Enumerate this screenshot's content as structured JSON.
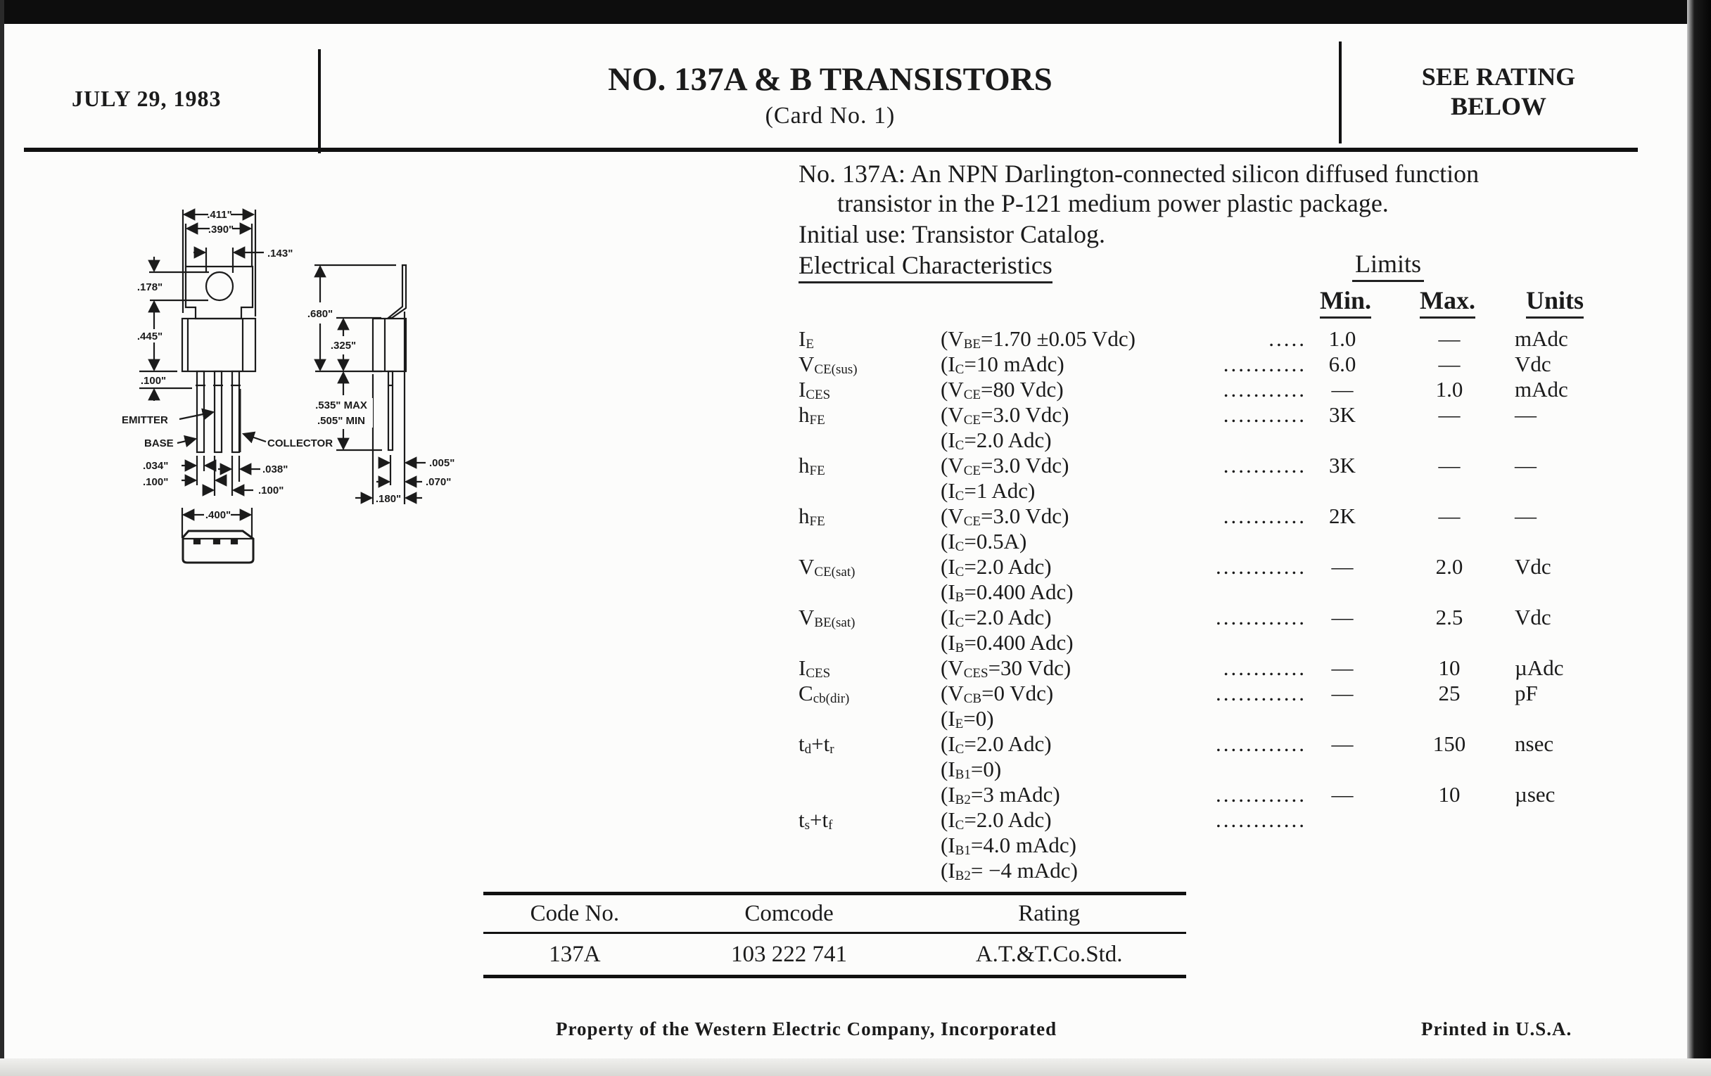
{
  "header": {
    "date": "JULY 29, 1983",
    "title": "NO. 137A & B TRANSISTORS",
    "subtitle": "(Card No. 1)",
    "rating_line1": "SEE RATING",
    "rating_line2": "BELOW"
  },
  "description": {
    "line1": "No. 137A: An NPN Darlington-connected silicon diffused function",
    "line2": "transistor in the P-121 medium power plastic package.",
    "initial_use": "Initial use: Transistor Catalog.",
    "section": "Electrical Characteristics",
    "limits": "Limits",
    "min": "Min.",
    "max": "Max.",
    "units": "Units"
  },
  "rows": [
    {
      "param": [
        {
          "t": "I"
        },
        {
          "s": "E"
        }
      ],
      "cond": [
        {
          "t": "(V"
        },
        {
          "s": "BE"
        },
        {
          "t": "=1.70 ±0.05 Vdc)"
        }
      ],
      "leader": ".....",
      "min": "1.0",
      "max": "—",
      "units": "mAdc"
    },
    {
      "param": [
        {
          "t": "V"
        },
        {
          "s": "CE"
        },
        {
          "s": "(sus)"
        }
      ],
      "cond": [
        {
          "t": "(I"
        },
        {
          "s": "C"
        },
        {
          "t": "=10 mAdc)"
        }
      ],
      "leader": "...........",
      "min": "6.0",
      "max": "—",
      "units": "Vdc"
    },
    {
      "param": [
        {
          "t": "I"
        },
        {
          "s": "CES"
        }
      ],
      "cond": [
        {
          "t": "(V"
        },
        {
          "s": "CE"
        },
        {
          "t": "=80 Vdc)"
        }
      ],
      "leader": "...........",
      "min": "—",
      "max": "1.0",
      "units": "mAdc"
    },
    {
      "param": [
        {
          "t": "h"
        },
        {
          "s": "FE"
        }
      ],
      "cond": [
        {
          "t": "(V"
        },
        {
          "s": "CE"
        },
        {
          "t": "=3.0 Vdc)"
        }
      ],
      "leader": "...........",
      "min": "3K",
      "max": "—",
      "units": "—"
    },
    {
      "cond": [
        {
          "t": "(I"
        },
        {
          "s": "C"
        },
        {
          "t": "=2.0 Adc)"
        }
      ]
    },
    {
      "param": [
        {
          "t": "h"
        },
        {
          "s": "FE"
        }
      ],
      "cond": [
        {
          "t": "(V"
        },
        {
          "s": "CE"
        },
        {
          "t": "=3.0 Vdc)"
        }
      ],
      "leader": "...........",
      "min": "3K",
      "max": "—",
      "units": "—"
    },
    {
      "cond": [
        {
          "t": "(I"
        },
        {
          "s": "C"
        },
        {
          "t": "=1  Adc)"
        }
      ]
    },
    {
      "param": [
        {
          "t": "h"
        },
        {
          "s": "FE"
        }
      ],
      "cond": [
        {
          "t": "(V"
        },
        {
          "s": "CE"
        },
        {
          "t": "=3.0 Vdc)"
        }
      ],
      "leader": "...........",
      "min": "2K",
      "max": "—",
      "units": "—"
    },
    {
      "cond": [
        {
          "t": "(I"
        },
        {
          "s": "C"
        },
        {
          "t": "=0.5A)"
        }
      ]
    },
    {
      "param": [
        {
          "t": "V"
        },
        {
          "s": "CE"
        },
        {
          "s": "(sat)"
        }
      ],
      "cond": [
        {
          "t": "(I"
        },
        {
          "s": "C"
        },
        {
          "t": "=2.0  Adc)"
        }
      ],
      "leader": "............",
      "min": "—",
      "max": "2.0",
      "units": "Vdc"
    },
    {
      "cond": [
        {
          "t": "(I"
        },
        {
          "s": "B"
        },
        {
          "t": "=0.400  Adc)"
        }
      ]
    },
    {
      "param": [
        {
          "t": "V"
        },
        {
          "s": "BE"
        },
        {
          "s": "(sat)"
        }
      ],
      "cond": [
        {
          "t": "(I"
        },
        {
          "s": "C"
        },
        {
          "t": "=2.0  Adc)"
        }
      ],
      "leader": "............",
      "min": "—",
      "max": "2.5",
      "units": "Vdc"
    },
    {
      "cond": [
        {
          "t": "(I"
        },
        {
          "s": "B"
        },
        {
          "t": "=0.400  Adc)"
        }
      ]
    },
    {
      "param": [
        {
          "t": "I"
        },
        {
          "s": "CES"
        }
      ],
      "cond": [
        {
          "t": "(V"
        },
        {
          "s": "CES"
        },
        {
          "t": "=30  Vdc)"
        }
      ],
      "leader": "...........",
      "min": "—",
      "max": "10",
      "units": "µAdc"
    },
    {
      "param": [
        {
          "t": "C"
        },
        {
          "s": "cb"
        },
        {
          "s": "(dir)"
        }
      ],
      "cond": [
        {
          "t": "(V"
        },
        {
          "s": "CB"
        },
        {
          "t": "=0  Vdc)"
        }
      ],
      "leader": "............",
      "min": "—",
      "max": "25",
      "units": "pF"
    },
    {
      "cond": [
        {
          "t": "(I"
        },
        {
          "s": "E"
        },
        {
          "t": "=0)"
        }
      ]
    },
    {
      "param": [
        {
          "t": "t"
        },
        {
          "s": "d"
        },
        {
          "t": "+t"
        },
        {
          "s": "r"
        }
      ],
      "cond": [
        {
          "t": "(I"
        },
        {
          "s": "C"
        },
        {
          "t": "=2.0  Adc)"
        }
      ],
      "leader": "............",
      "min": "—",
      "max": "150",
      "units": "nsec"
    },
    {
      "cond": [
        {
          "t": "(I"
        },
        {
          "s": "B1"
        },
        {
          "t": "=0)"
        }
      ]
    },
    {
      "cond": [
        {
          "t": "(I"
        },
        {
          "s": "B2"
        },
        {
          "t": "=3  mAdc)"
        }
      ],
      "leader": "............",
      "min": "—",
      "max": "10",
      "units": "µsec"
    },
    {
      "param": [
        {
          "t": "t"
        },
        {
          "s": "s"
        },
        {
          "t": "+t"
        },
        {
          "s": "f"
        }
      ],
      "cond": [
        {
          "t": "(I"
        },
        {
          "s": "C"
        },
        {
          "t": "=2.0  Adc)"
        }
      ],
      "leader": "............"
    },
    {
      "cond": [
        {
          "t": "(I"
        },
        {
          "s": "B1"
        },
        {
          "t": "=4.0 mAdc)"
        }
      ]
    },
    {
      "cond": [
        {
          "t": "(I"
        },
        {
          "s": "B2"
        },
        {
          "t": "=  −4 mAdc)"
        }
      ]
    }
  ],
  "codes": {
    "headers": [
      "Code No.",
      "Comcode",
      "Rating"
    ],
    "rows": [
      [
        "137A",
        "103 222 741",
        "A.T.&T.Co.Std."
      ]
    ]
  },
  "diagram": {
    "d411": ".411\"",
    "d390": ".390\"",
    "d143": ".143\"",
    "d178": ".178\"",
    "d445": ".445\"",
    "d100a": ".100\"",
    "emitter": "EMITTER",
    "base": "BASE",
    "collector": "COLLECTOR",
    "d034": ".034\"",
    "d100b": ".100\"",
    "d038": ".038\"",
    "d100c": ".100\"",
    "d400": ".400\"",
    "d680": ".680\"",
    "d325": ".325\"",
    "d535": ".535\" MAX",
    "d505": ".505\" MIN",
    "d005": ".005\"",
    "d070": ".070\"",
    "d180": ".180\""
  },
  "footer": {
    "property": "Property of the Western Electric Company, Incorporated",
    "printed": "Printed in U.S.A."
  }
}
